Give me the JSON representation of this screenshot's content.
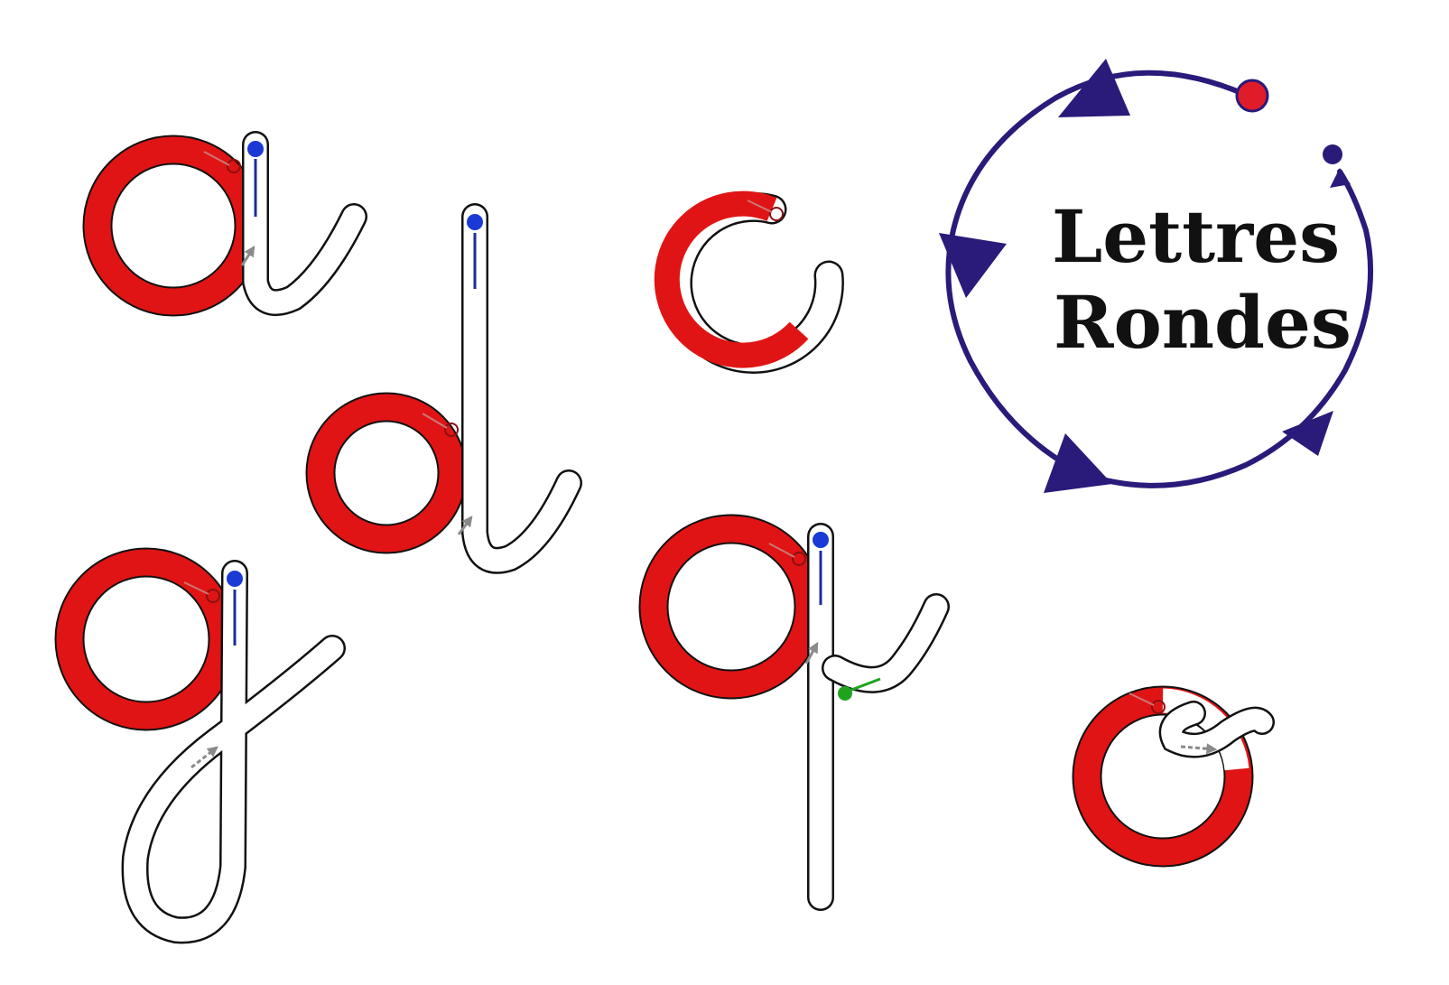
{
  "title": {
    "line1": "Lettres",
    "line2": "Rondes"
  },
  "letters": [
    "a",
    "d",
    "c",
    "g",
    "q",
    "o"
  ],
  "colors": {
    "stroke_fill": "#e01414",
    "track": "#ffffff",
    "outline": "#111111",
    "start_dot": "#1a3ad6",
    "pen_line": "#1b2b9e",
    "arrow_gray": "#8a8a8a",
    "green_mark": "#1fa31f",
    "ring": "#2a1a7a",
    "ring_dot": "#e01c2a"
  },
  "icons": {
    "direction_arrow": "filled-triangle",
    "start_point": "circle-dot"
  }
}
